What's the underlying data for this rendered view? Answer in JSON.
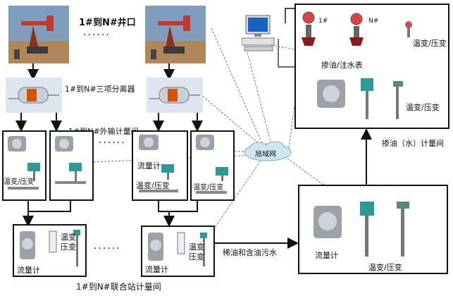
{
  "labels": {
    "wells": "1#到N#井口",
    "separators": "1#到N#三项分离器",
    "export_station": "1#到N#外输计量间",
    "joint_station": "1#到N#联合站计量间",
    "lan": "局域网",
    "mixing_meter": "掺油/注水表",
    "mixing_station": "掺油（水）计量间",
    "n_label": "N#",
    "one_label": "1#",
    "thin_oil": "稀油和含油污水"
  },
  "instrument_labels": {
    "flowmeter": "流量计",
    "temp_pressure": "温变/压变",
    "temp_pressure_stacked_1": "温变",
    "temp_pressure_stacked_2": "压变"
  },
  "ellipsis": "······",
  "colors": {
    "line": "#111111",
    "pump_red": "#b83a2a",
    "sky": "#6f8fb0",
    "ground": "#a77a4e",
    "instr_teal": "#2a9a96",
    "instr_grey": "#8a8f96"
  },
  "icons": [
    "pumpjack-icon",
    "separator-icon",
    "flowmeter-icon",
    "transmitter-icon",
    "computer-icon",
    "cloud-icon"
  ]
}
